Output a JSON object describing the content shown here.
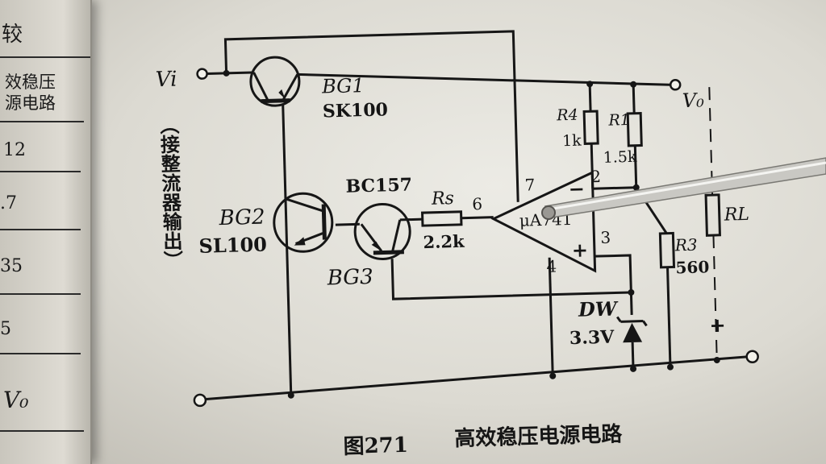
{
  "left_page": {
    "heading_char": "较",
    "column_header": [
      "效稳压",
      "源电路"
    ],
    "values": [
      "12",
      ".7",
      "35",
      "5"
    ],
    "vo_label": "V₀"
  },
  "diagram": {
    "vi_label": "Vi",
    "vo_label": "V₀",
    "input_note": "（接整流器输出）",
    "transistors": {
      "bg1": {
        "name": "BG1",
        "part": "SK100"
      },
      "bg2": {
        "name": "BG2",
        "part": "SL100"
      },
      "bg3": {
        "name": "BG3",
        "part": "BC157"
      }
    },
    "resistors": {
      "rs": {
        "name": "Rs",
        "value": "2.2k"
      },
      "r4": {
        "name": "R4",
        "value": "1k"
      },
      "r1": {
        "name": "R1",
        "value": "1.5k"
      },
      "r3": {
        "name": "R3",
        "value": "560"
      },
      "rl": {
        "name": "RL"
      }
    },
    "opamp": {
      "name": "μA741",
      "pins": {
        "p7": "7",
        "p2": "2",
        "p6": "6",
        "p3": "3",
        "p4": "4"
      },
      "minus": "−",
      "plus": "+"
    },
    "zener": {
      "name": "DW",
      "value": "3.3V"
    },
    "load_sign": "+"
  },
  "caption": {
    "figure": "图271",
    "title": "高效稳压电源电路"
  }
}
